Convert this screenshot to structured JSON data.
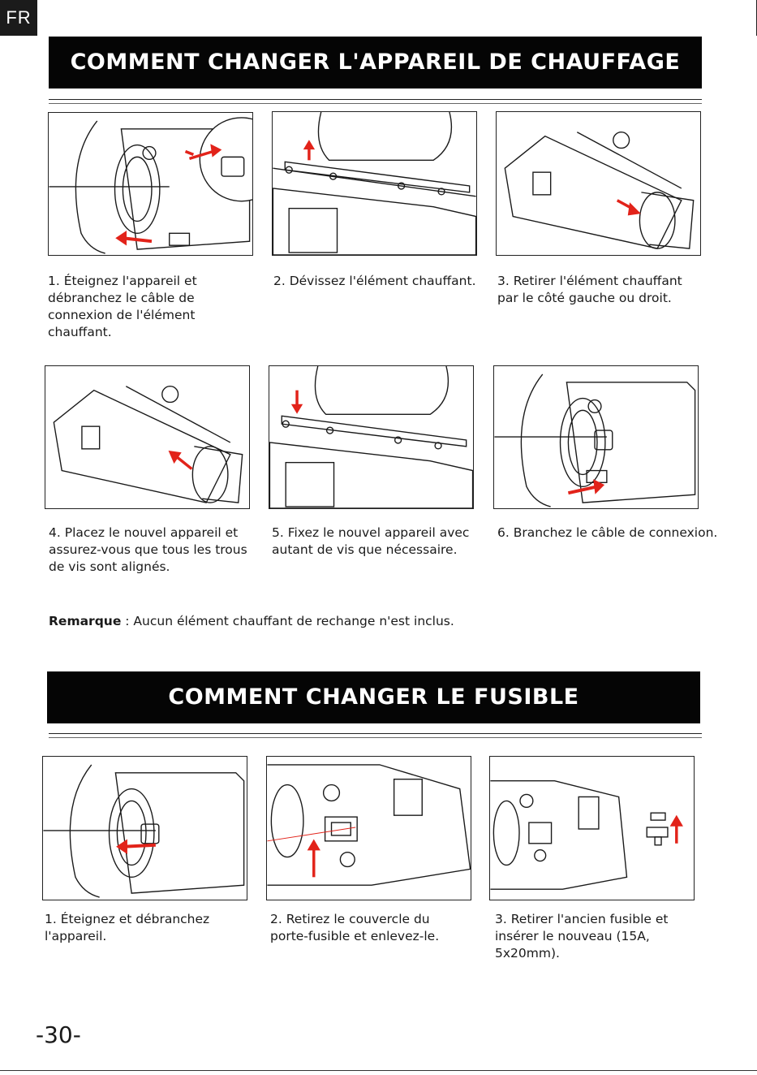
{
  "lang_tab": "FR",
  "section1": {
    "title": "COMMENT CHANGER L'APPAREIL DE CHAUFFAGE",
    "steps": [
      {
        "caption": "1. Éteignez l'appareil et débranchez le câble de connexion de l'élément chauffant."
      },
      {
        "caption": "2. Dévissez l'élément chauffant."
      },
      {
        "caption": "3. Retirer l'élément chauffant par le côté gauche ou droit."
      },
      {
        "caption": "4. Placez le nouvel appareil et assurez-vous que tous les trous de vis sont alignés."
      },
      {
        "caption": "5. Fixez le nouvel appareil avec autant de vis que nécessaire."
      },
      {
        "caption": "6. Branchez le câble de connexion."
      }
    ],
    "note_label": "Remarque",
    "note_text": " : Aucun élément chauffant de rechange n'est inclus."
  },
  "section2": {
    "title": "COMMENT CHANGER LE FUSIBLE",
    "steps": [
      {
        "caption": "1. Éteignez et débranchez l'appareil."
      },
      {
        "caption": "2. Retirez le couvercle du porte-fusible et enlevez-le."
      },
      {
        "caption": "3. Retirer l'ancien fusible et insérer le nouveau (15A, 5x20mm)."
      }
    ]
  },
  "page_number": "-30-",
  "colors": {
    "arrow": "#e2231a",
    "banner": "#050505",
    "line": "#1a1a1a"
  }
}
